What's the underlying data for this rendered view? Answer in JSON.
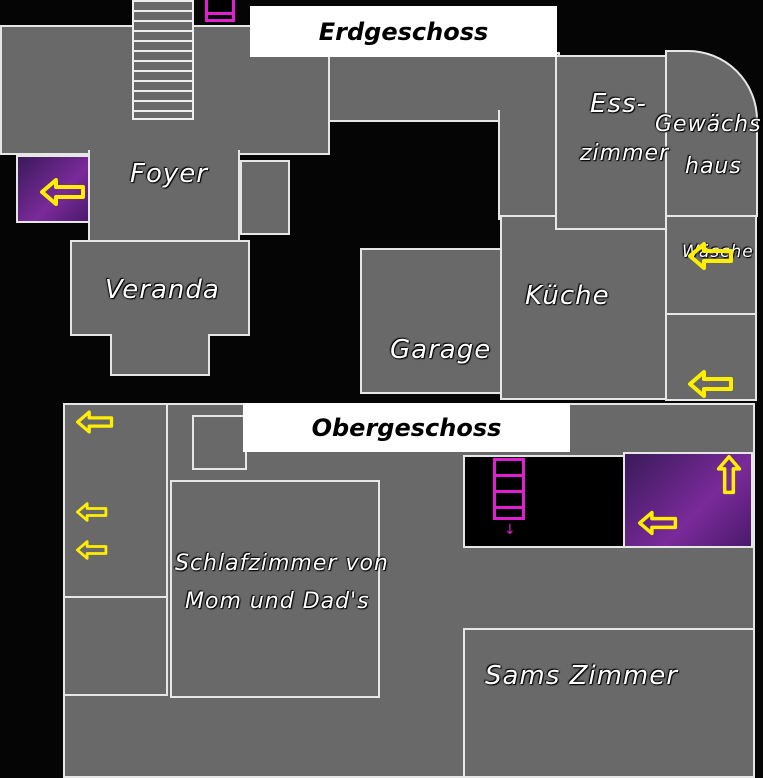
{
  "floors": {
    "ground": {
      "title": "Erdgeschoss",
      "rooms": {
        "foyer": "Foyer",
        "veranda": "Veranda",
        "garage": "Garage",
        "kueche": "Küche",
        "esszimmer_1": "Ess-",
        "esszimmer_2": "zimmer",
        "gewaechshaus_1": "Gewächs",
        "gewaechshaus_2": "haus",
        "waesche": "Wäsche"
      }
    },
    "upper": {
      "title": "Obergeschoss",
      "rooms": {
        "schlafzimmer_1": "Schlafzimmer von",
        "schlafzimmer_2": "Mom und Dad's",
        "sams_zimmer": "Sams Zimmer"
      }
    }
  },
  "colors": {
    "arrow": "#ffee00",
    "stairs": "#e020d0",
    "highlight": "#7a2a9a"
  }
}
